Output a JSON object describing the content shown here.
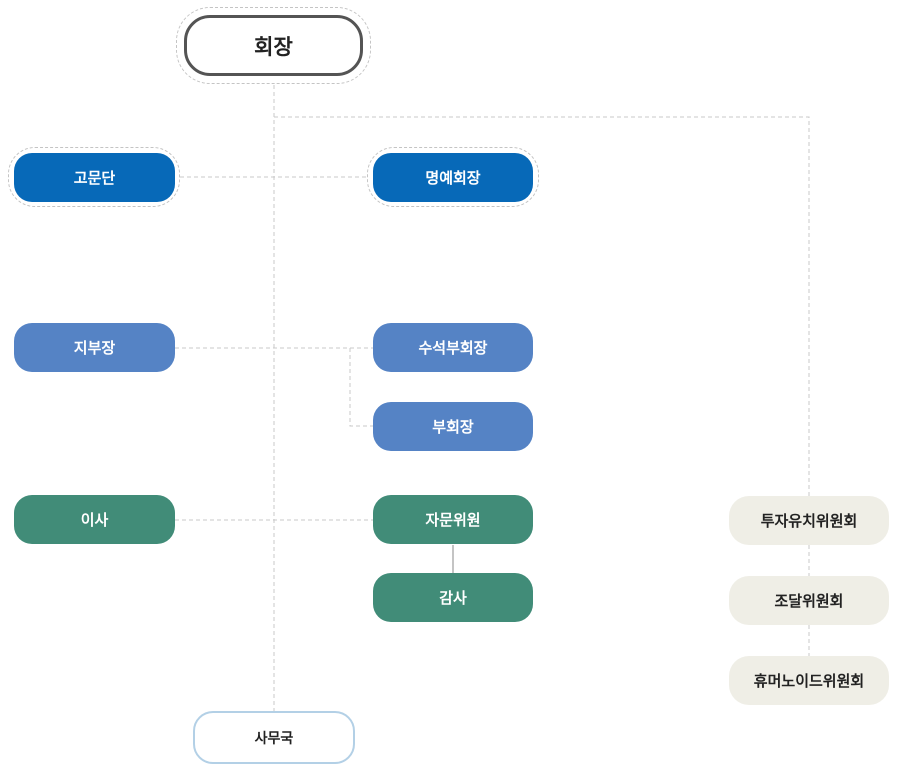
{
  "chairman": "회장",
  "advisory_board": "고문단",
  "honorary_chairman": "명예회장",
  "branch_head": "지부장",
  "senior_vice_chairman": "수석부회장",
  "vice_chairman": "부회장",
  "director": "이사",
  "advisory_member": "자문위원",
  "auditor": "감사",
  "secretariat": "사무국",
  "committees": [
    "투자유치위원회",
    "조달위원회",
    "휴머노이드위원회"
  ],
  "colors": {
    "chairman_border": "#545454",
    "dark_blue": "#0769b8",
    "mid_blue": "#5583c5",
    "green": "#418c78",
    "beige": "#efeee6",
    "office_border": "#b3d0e6",
    "connector": "#c8c8c8"
  }
}
